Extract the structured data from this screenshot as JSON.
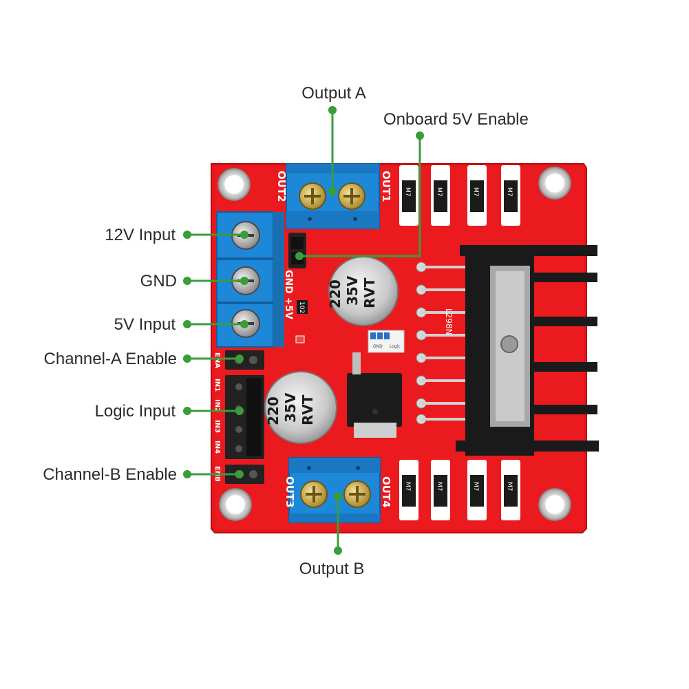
{
  "callouts": {
    "output_a": "Output A",
    "onboard_5v_enable": "Onboard 5V Enable",
    "input_12v": "12V Input",
    "gnd": "GND",
    "input_5v": "5V Input",
    "channel_a_enable": "Channel-A Enable",
    "logic_input": "Logic Input",
    "channel_b_enable": "Channel-B Enable",
    "output_b": "Output B"
  },
  "board": {
    "terminal_out2": "OUT2",
    "terminal_out1": "OUT1",
    "terminal_out3": "OUT3",
    "terminal_out4": "OUT4",
    "power_label": "GND +5V",
    "resistor_code": "102",
    "header_ena": "ENA",
    "header_in1": "IN1",
    "header_in2": "IN2",
    "header_in3": "IN3",
    "header_in4": "IN4",
    "header_enb": "ENB",
    "chip_marking": "L298N",
    "cap_upper": {
      "value": "220",
      "voltage": "35V",
      "brand": "RVT"
    },
    "cap_lower": {
      "value": "220",
      "voltage": "35V",
      "brand": "RVT"
    },
    "logic_smd_label": "Logic",
    "gnd_smd_label": "GND",
    "diode_codes": [
      "M7",
      "M7",
      "M7",
      "M7",
      "M7",
      "M7",
      "M7",
      "M7"
    ]
  },
  "colors": {
    "pcb_red": "#e8161b",
    "terminal_blue": "#1e88d8",
    "callout_green": "#3a9d3a",
    "heatsink_black": "#1a1a1a"
  }
}
